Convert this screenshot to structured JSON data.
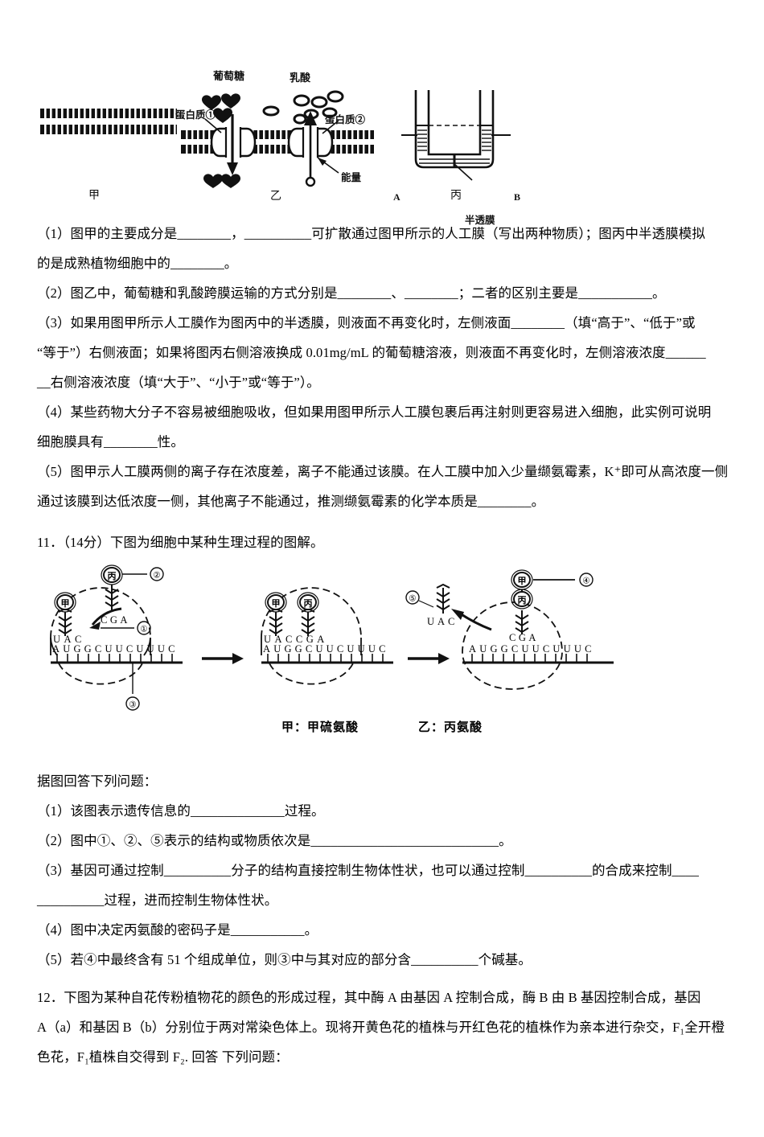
{
  "figure1": {
    "name": "membrane-transport-figure",
    "panels": [
      {
        "id": "jia",
        "label": "甲"
      },
      {
        "id": "yi",
        "label": "乙"
      },
      {
        "id": "bing",
        "label": "丙"
      }
    ],
    "labels": {
      "glucose": "葡萄糖",
      "lactic_acid": "乳酸",
      "protein1": "蛋白质①",
      "protein2": "蛋白质②",
      "energy": "能量",
      "side_a": "A",
      "side_b": "B",
      "semipermeable": "半透膜"
    }
  },
  "q10": {
    "items": [
      {
        "lines": [
          "（1）图甲的主要成分是________，__________可扩散通过图甲所示的人工膜（写出两种物质）；图丙中半透膜模拟",
          "的是成熟植物细胞中的________。"
        ]
      },
      {
        "lines": [
          "（2）图乙中，葡萄糖和乳酸跨膜运输的方式分别是________、________；二者的区别主要是___________。"
        ]
      },
      {
        "lines": [
          "（3）如果用图甲所示人工膜作为图丙中的半透膜，则液面不再变化时，左侧液面________（填“高于”、“低于”或",
          "“等于”）右侧液面；如果将图丙右侧溶液换成 0.01mg/mL 的葡萄糖溶液，则液面不再变化时，左侧溶液浓度______",
          "__右侧溶液浓度（填“大于”、“小于”或“等于”）。"
        ]
      },
      {
        "lines": [
          "（4）某些药物大分子不容易被细胞吸收，但如果用图甲所示人工膜包裹后再注射则更容易进入细胞，此实例可说明",
          "细胞膜具有________性。"
        ]
      },
      {
        "lines": [
          "（5）图甲示人工膜两侧的离子存在浓度差，离子不能通过该膜。在人工膜中加入少量缬氨霉素，K⁺即可从高浓度一侧",
          "通过该膜到达低浓度一侧，其他离子不能通过，推测缬氨霉素的化学本质是________。"
        ]
      }
    ]
  },
  "q11": {
    "stem": "11．（14分）下图为细胞中某种生理过程的图解。",
    "figure": {
      "name": "translation-figure",
      "stage1": {
        "mrna": "AUGGCUUCUUUC",
        "trna_anticodon_attached": "UAC",
        "trna_anticodon_incoming": "CGA",
        "amino_acid_attached": "甲",
        "amino_acid_incoming": "丙",
        "callouts": [
          "①",
          "②",
          "③"
        ]
      },
      "stage2": {
        "mrna": "AUGGCUUCUUUC",
        "anticodons": "UAC CGA",
        "amino_acids": [
          "甲",
          "丙"
        ]
      },
      "stage3": {
        "mrna": "AUGGCUUCUUUC",
        "released_trna_anticodon": "UAC",
        "trna_anticodon": "CGA",
        "amino_acids": [
          "甲",
          "丙"
        ],
        "callouts": [
          "④",
          "⑤"
        ]
      },
      "caption_left": "甲：甲硫氨酸",
      "caption_right": "乙：丙氨酸"
    },
    "prompt": "据图回答下列问题：",
    "items": [
      {
        "lines": [
          "（1）该图表示遗传信息的______________过程。"
        ]
      },
      {
        "lines": [
          "（2）图中①、②、⑤表示的结构或物质依次是____________________________。"
        ]
      },
      {
        "lines": [
          "（3）基因可通过控制__________分子的结构直接控制生物体性状，也可以通过控制__________的合成来控制____",
          "__________过程，进而控制生物体性状。"
        ]
      },
      {
        "lines": [
          "（4）图中决定丙氨酸的密码子是___________。"
        ]
      },
      {
        "lines": [
          "（5）若④中最终含有 51 个组成单位，则③中与其对应的部分含__________个碱基。"
        ]
      }
    ]
  },
  "q12": {
    "lines": [
      "12．下图为某种自花传粉植物花的颜色的形成过程，其中酶 A 由基因 A 控制合成，酶 B 由 B 基因控制合成，基因",
      "A（a）和基因 B（b）分别位于两对常染色体上。现将开黄色花的植株与开红色花的植株作为亲本进行杂交，F₁全开橙",
      "色花，F₁植株自交得到 F₂. 回答 下列问题："
    ]
  }
}
